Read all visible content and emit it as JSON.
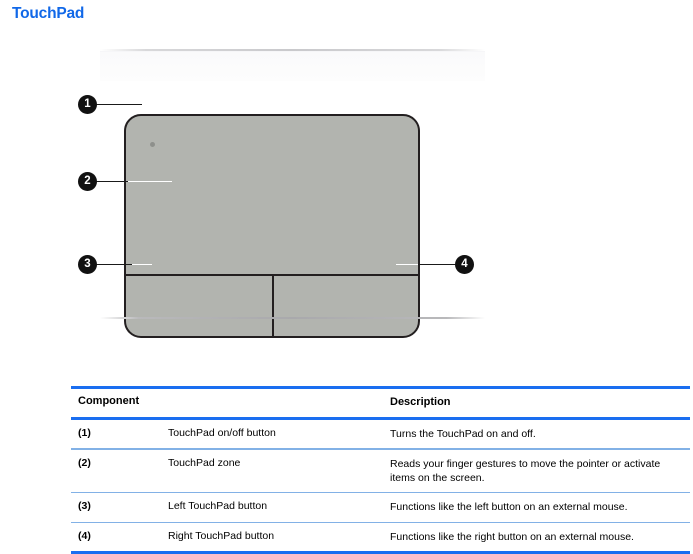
{
  "page": {
    "title": "TouchPad"
  },
  "figure": {
    "name": "touchpad-illustration",
    "surface_color": "#b2b4af",
    "outline_color": "#231f20",
    "indicator_dot_color": "#8e908c",
    "callouts": [
      {
        "id": "1",
        "label": "1",
        "target": "touchpad-on-off-button"
      },
      {
        "id": "2",
        "label": "2",
        "target": "touchpad-zone"
      },
      {
        "id": "3",
        "label": "3",
        "target": "left-touchpad-button"
      },
      {
        "id": "4",
        "label": "4",
        "target": "right-touchpad-button"
      }
    ]
  },
  "table": {
    "headers": {
      "component": "Component",
      "description": "Description"
    },
    "rows": [
      {
        "num": "(1)",
        "name": "TouchPad on/off button",
        "desc": "Turns the TouchPad on and off."
      },
      {
        "num": "(2)",
        "name": "TouchPad zone",
        "desc": "Reads your finger gestures to move the pointer or activate items on the screen."
      },
      {
        "num": "(3)",
        "name": "Left TouchPad button",
        "desc": "Functions like the left button on an external mouse."
      },
      {
        "num": "(4)",
        "name": "Right TouchPad button",
        "desc": "Functions like the right button on an external mouse."
      }
    ]
  },
  "colors": {
    "accent_blue": "#1a6ef0",
    "rule_light_blue": "#82b1e6",
    "title_blue": "#1168e8"
  }
}
